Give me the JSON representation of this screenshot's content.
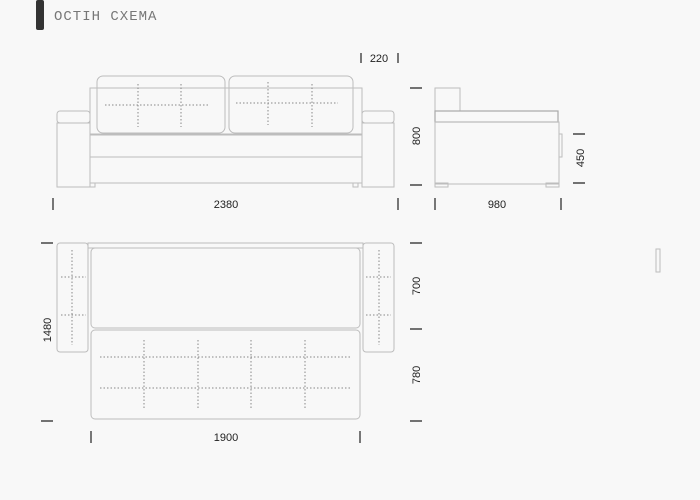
{
  "header": {
    "title": "ОСТІН СХЕМА"
  },
  "front_view": {
    "dim_width": "2380",
    "dim_height": "800",
    "dim_armrest": "220"
  },
  "side_view": {
    "dim_depth": "980",
    "dim_seat_height": "450"
  },
  "top_view": {
    "dim_depth": "1480",
    "dim_back_zone": "700",
    "dim_seat_zone": "780",
    "dim_sleeping_width": "1900"
  }
}
